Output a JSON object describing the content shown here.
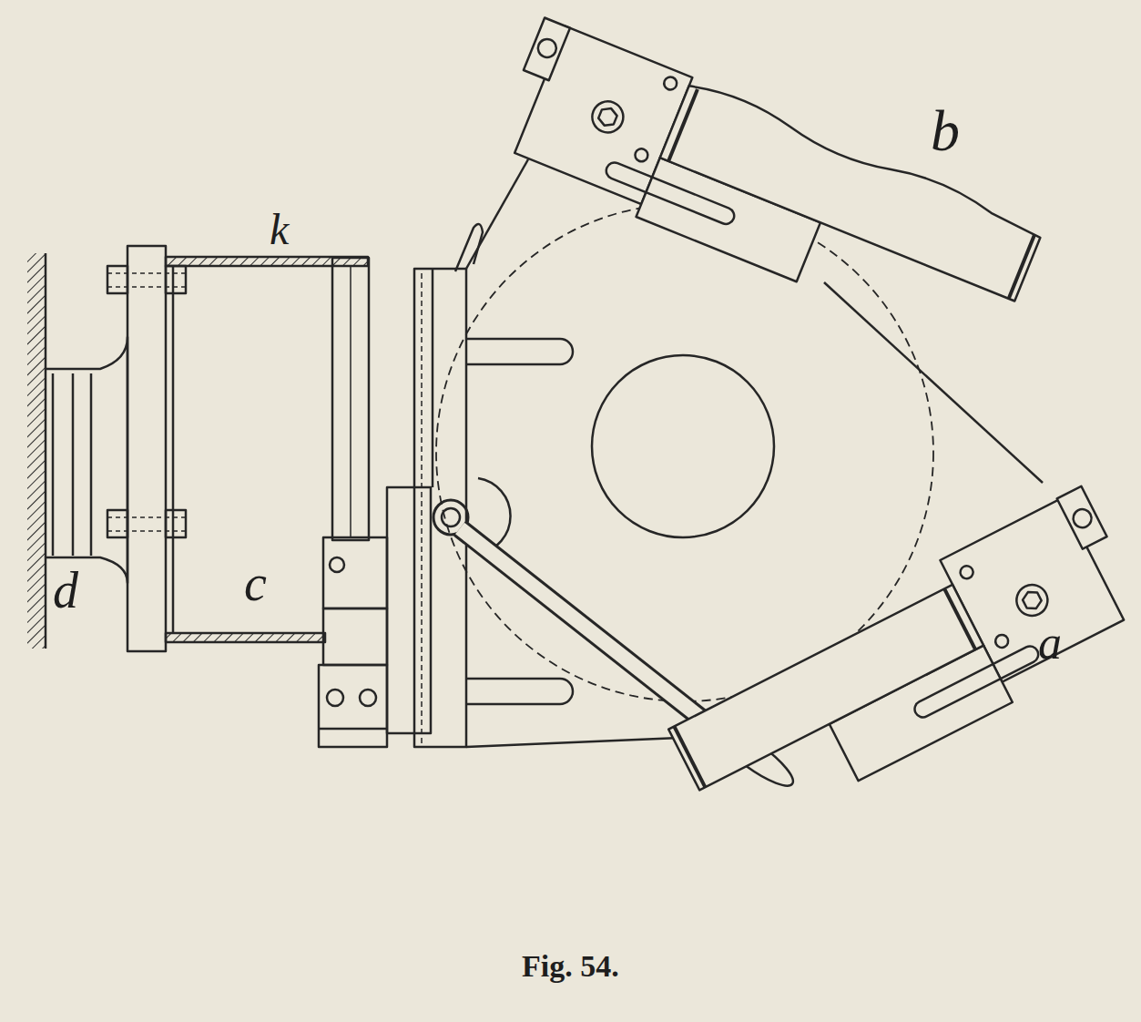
{
  "diagram": {
    "caption": "Fig. 54.",
    "labels": [
      "k",
      "b",
      "c",
      "a",
      "d"
    ]
  }
}
